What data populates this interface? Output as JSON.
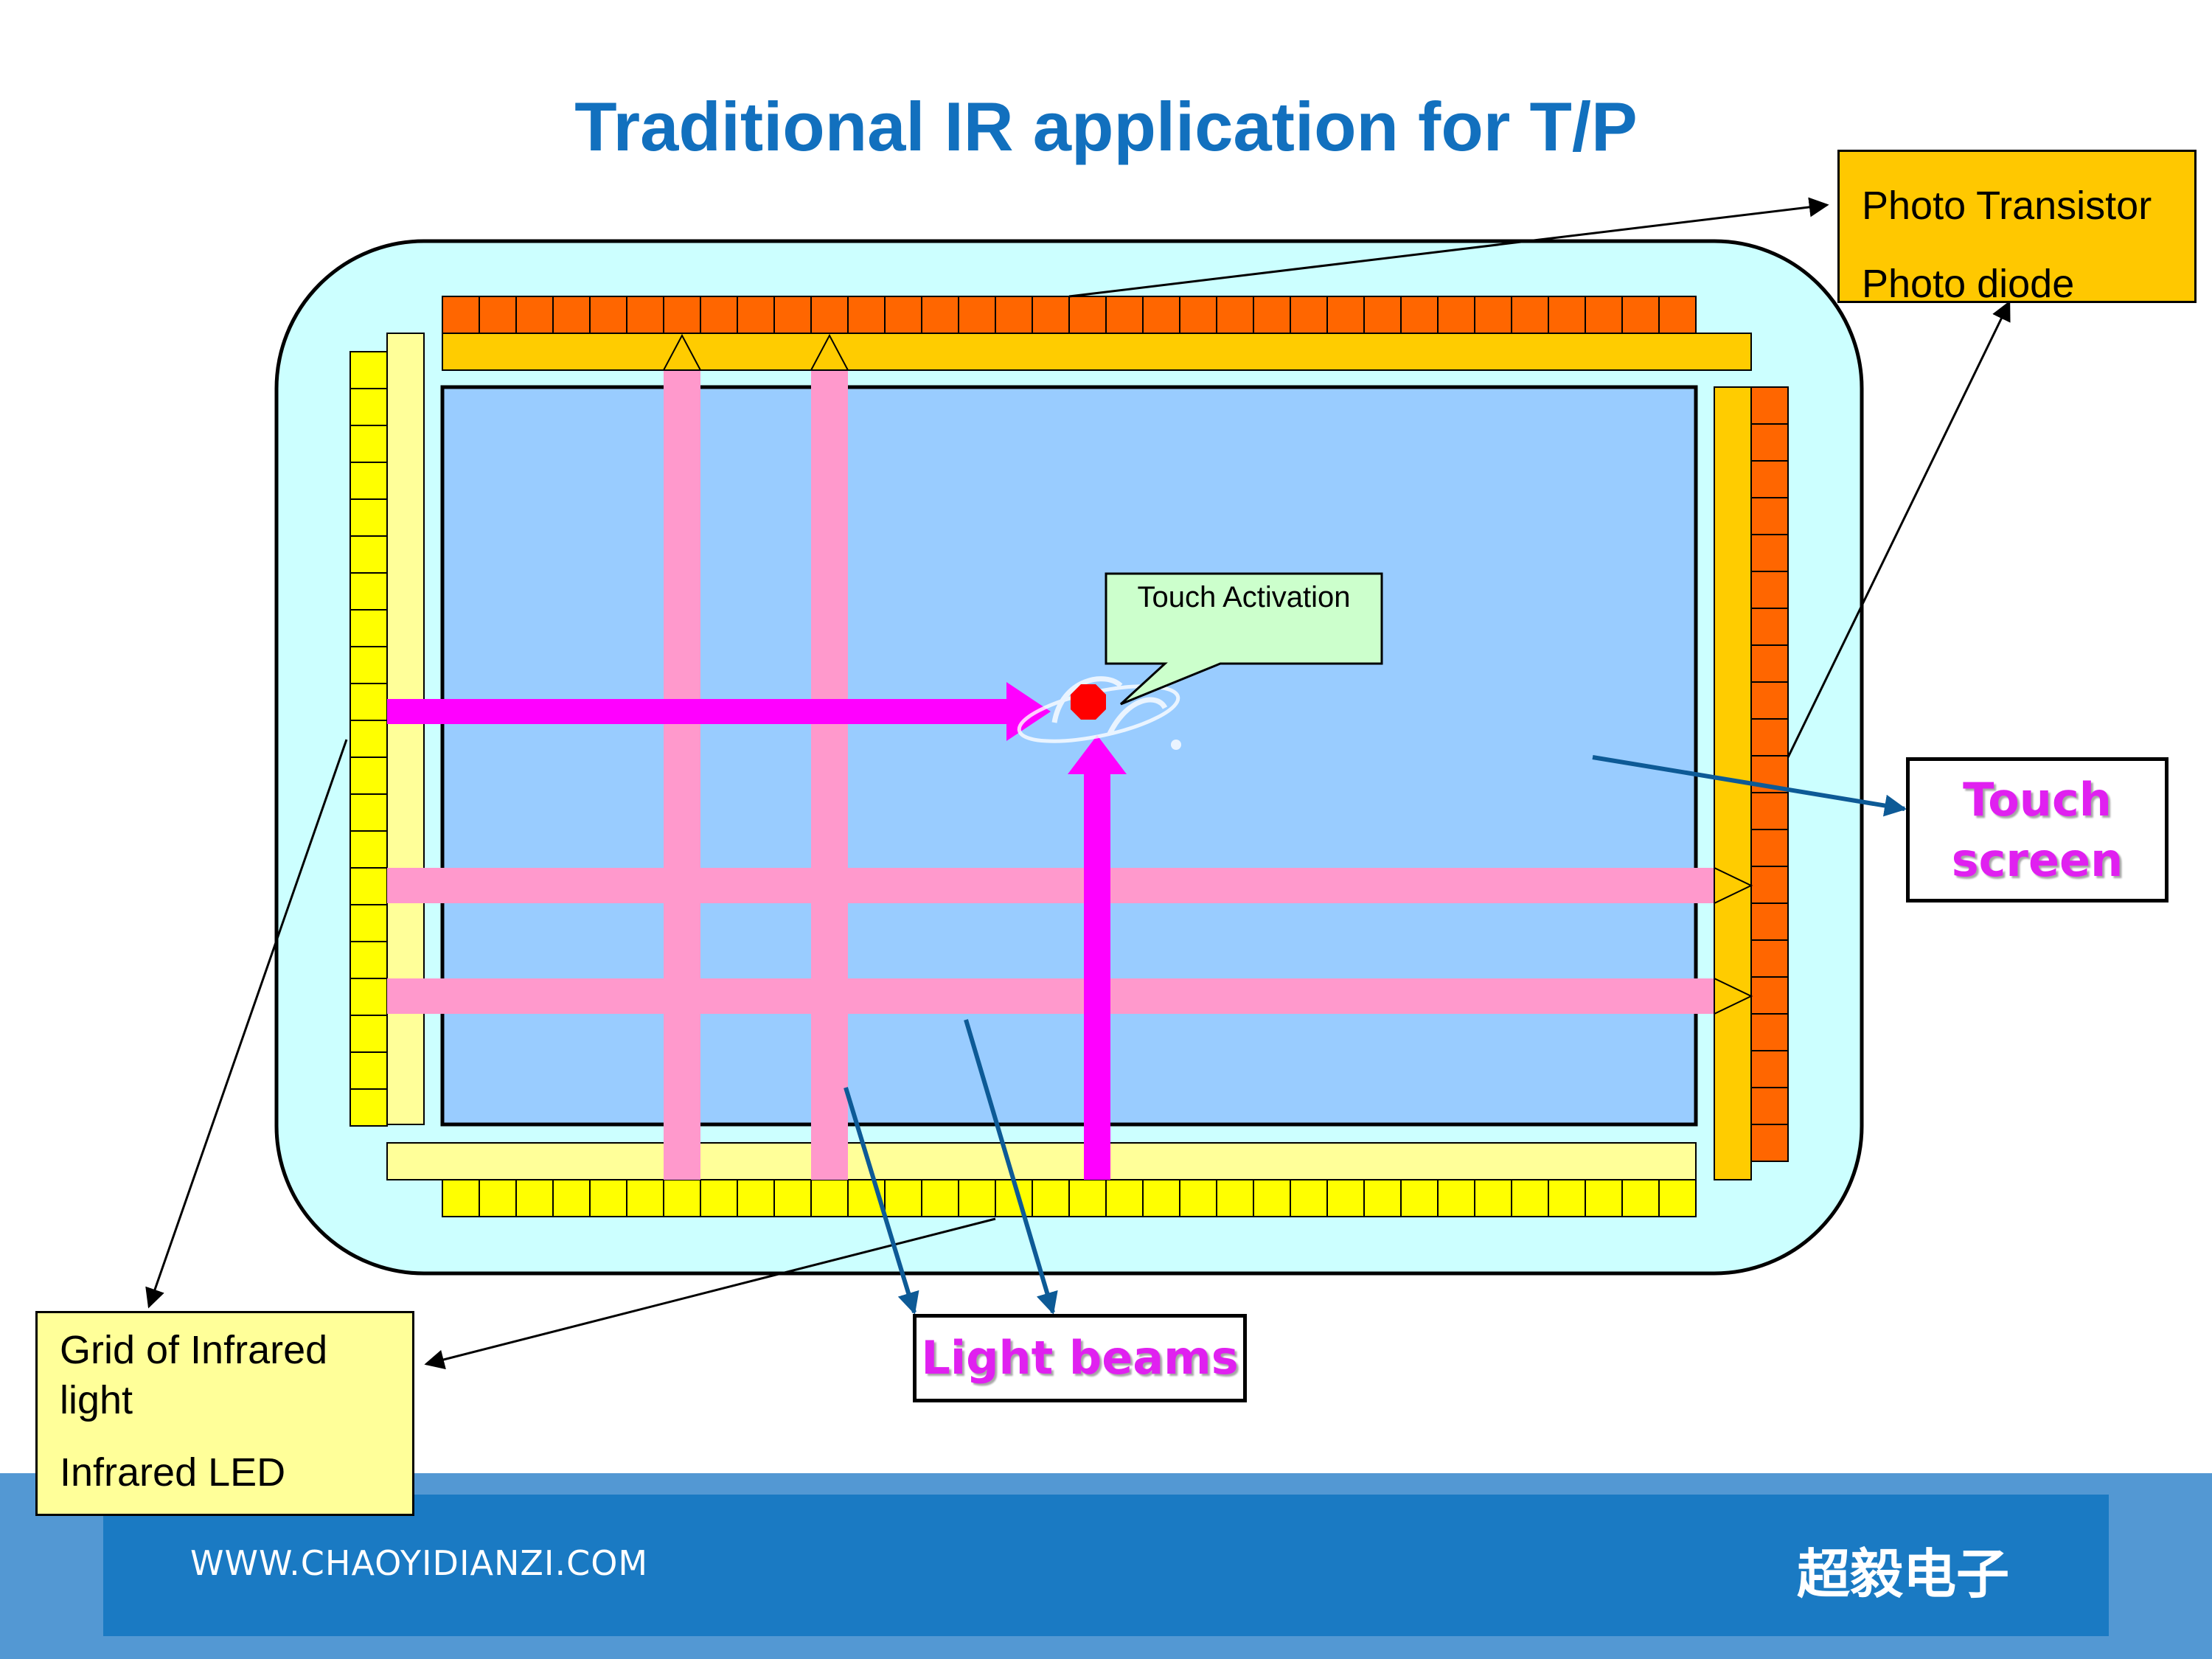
{
  "title": "Traditional IR application for T/P",
  "labels": {
    "photo_transistor": "Photo Transistor",
    "photo_diode": "Photo diode",
    "grid_infrared": "Grid of Infrared light",
    "infrared_led": "Infrared LED",
    "touch_screen": "Touch screen",
    "light_beams": "Light beams",
    "touch_activation": "Touch Activation"
  },
  "footer": {
    "url": "WWW.CHAOYIDIANZI.COM",
    "brand": "超毅电子"
  },
  "colors": {
    "title": "#1270BE",
    "frame": "#CCFFFF",
    "screen": "#99CCFF",
    "receiver_cells": "#FF6600",
    "receiver_strip": "#FFCC00",
    "emitter_cells": "#FFFF00",
    "emitter_strip": "#FFFF99",
    "beam": "#FF99CC",
    "touch_beam": "#FF00FF",
    "touch_point": "#FF0000",
    "label_magenta": "#E020F0",
    "footer_dark": "#1A7AC3",
    "footer_light": "#5398D3",
    "pointer_blue": "#0D5A96"
  }
}
